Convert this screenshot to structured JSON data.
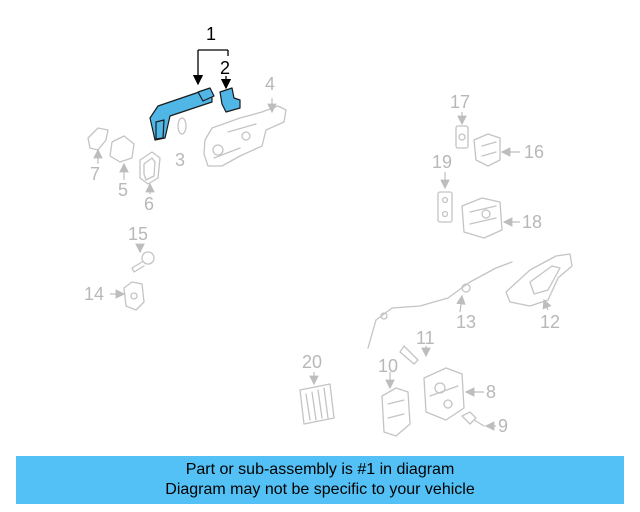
{
  "diagram": {
    "highlighted_part": "1",
    "colors": {
      "highlight": "#4fb6e6",
      "banner": "#53c1f5",
      "inactive": "#c4c4c4"
    },
    "callouts": {
      "c1": "1",
      "c2": "2",
      "c3": "3",
      "c4": "4",
      "c5": "5",
      "c6": "6",
      "c7": "7",
      "c8": "8",
      "c9": "9",
      "c10": "10",
      "c11": "11",
      "c12": "12",
      "c13": "13",
      "c14": "14",
      "c15": "15",
      "c16": "16",
      "c17": "17",
      "c18": "18",
      "c19": "19",
      "c20": "20"
    }
  },
  "banner": {
    "line1": "Part or sub-assembly is #1 in diagram",
    "line2": "Diagram may not be specific to your vehicle"
  }
}
